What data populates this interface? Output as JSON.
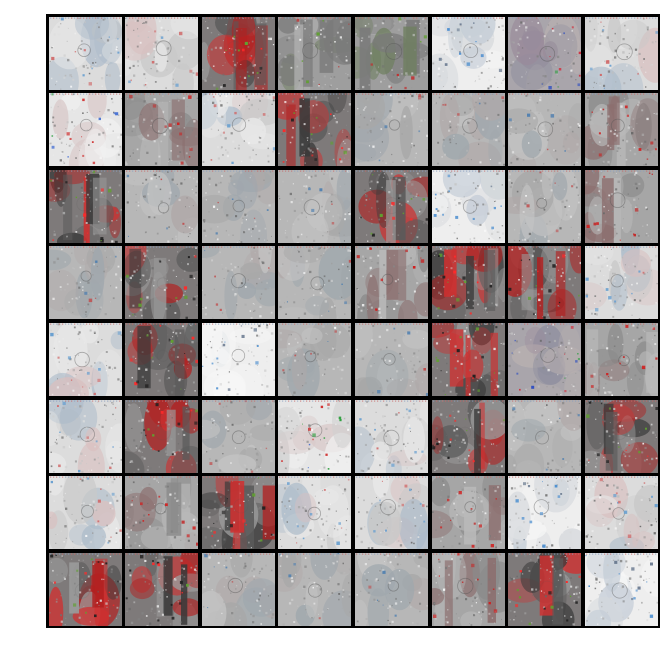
{
  "figure": {
    "background_color": "#ffffff",
    "frame_color": "#000000"
  },
  "grid": {
    "rows": 8,
    "cols": 8,
    "tiles": [
      [
        "light",
        "light",
        "dark-red",
        "gray-green",
        "gray-green",
        "white",
        "gray-color",
        "light"
      ],
      [
        "white-color",
        "gray-red",
        "light",
        "dark-red",
        "gray",
        "gray",
        "gray",
        "gray-red"
      ],
      [
        "dark-red",
        "gray",
        "gray",
        "gray",
        "dark-red",
        "white",
        "gray",
        "gray-red"
      ],
      [
        "gray",
        "dark-red",
        "gray",
        "gray",
        "gray-red",
        "dark-red",
        "dark-red",
        "light"
      ],
      [
        "light",
        "dark-red",
        "white",
        "gray",
        "gray",
        "dark-red",
        "gray-color",
        "gray-red"
      ],
      [
        "light",
        "dark-red",
        "gray",
        "white-color",
        "light",
        "dark-red",
        "gray",
        "dark-red"
      ],
      [
        "light",
        "gray-red",
        "dark-red",
        "light",
        "light",
        "gray-red",
        "white",
        "light"
      ],
      [
        "dark-red",
        "dark-red",
        "gray",
        "gray",
        "gray",
        "gray-red",
        "dark-red",
        "white"
      ]
    ]
  }
}
